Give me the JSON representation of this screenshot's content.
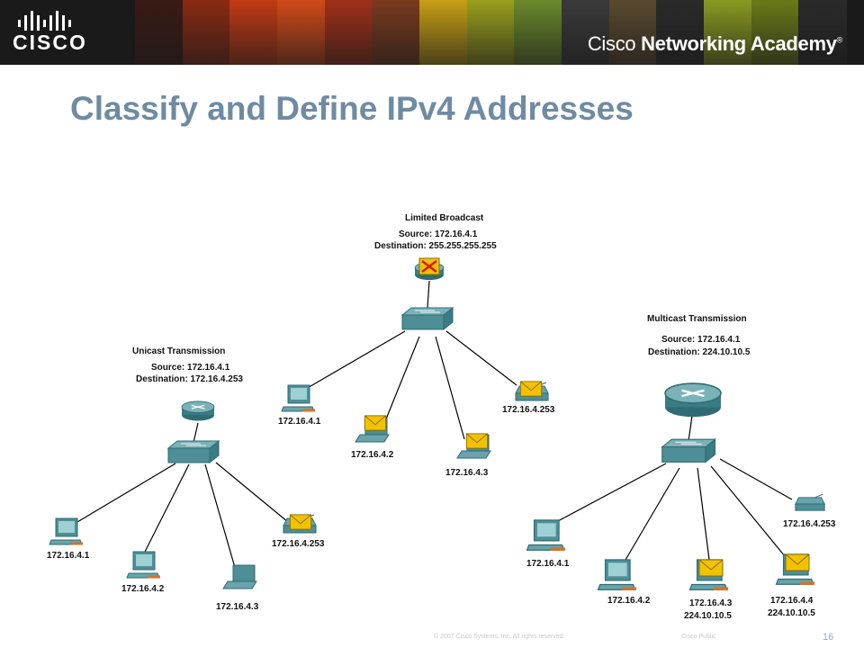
{
  "header": {
    "logo_text": "CISCO",
    "academy": {
      "brand": "Cisco",
      "name": "Networking Academy",
      "mark": "®"
    },
    "photo_strip_colors": [
      "#3a1a14",
      "#8a2a12",
      "#c23a14",
      "#d24a18",
      "#a03018",
      "#7a3a1e",
      "#c8a014",
      "#9aa01c",
      "#6a8a2c",
      "#3a3a3a",
      "#5a4a30",
      "#2a2a2a",
      "#8a9a20",
      "#6a7a18",
      "#2a2a2a"
    ]
  },
  "slide": {
    "title": "Classify and Define IPv4 Addresses"
  },
  "colors": {
    "title": "#6f8ba3",
    "device": "#4e8e96",
    "device_dark": "#2f6b74",
    "envelope": "#f2c200"
  },
  "diagrams": {
    "unicast": {
      "heading": "Unicast Transmission",
      "source": "Source: 172.16.4.1",
      "destination": "Destination: 172.16.4.253",
      "hosts": [
        "172.16.4.1",
        "172.16.4.2",
        "172.16.4.3",
        "172.16.4.253"
      ]
    },
    "broadcast": {
      "heading": "Limited Broadcast",
      "source": "Source: 172.16.4.1",
      "destination": "Destination: 255.255.255.255",
      "hosts": [
        "172.16.4.1",
        "172.16.4.2",
        "172.16.4.3",
        "172.16.4.253"
      ]
    },
    "multicast": {
      "heading": "Multicast Transmission",
      "source": "Source: 172.16.4.1",
      "destination": "Destination: 224.10.10.5",
      "hosts": [
        "172.16.4.1",
        "172.16.4.2",
        "172.16.4.3",
        "224.10.10.5",
        "172.16.4.4",
        "224.10.10.5",
        "172.16.4.253"
      ]
    }
  },
  "footer": {
    "copyright": "© 2007 Cisco Systems, Inc. All rights reserved.",
    "classification": "Cisco Public",
    "page": "16"
  }
}
